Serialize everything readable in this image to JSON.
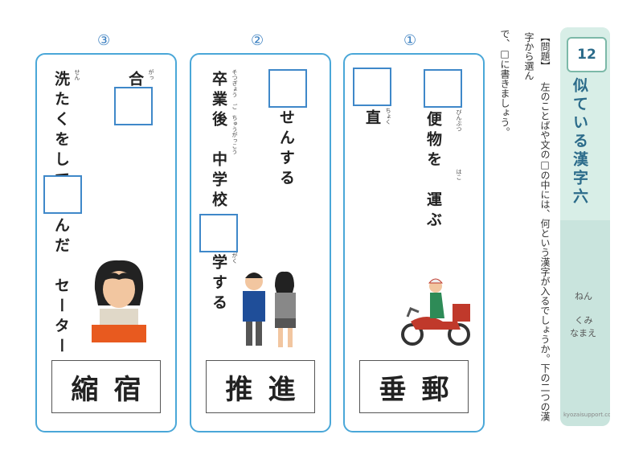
{
  "header": {
    "number": "12",
    "title": "似ている漢字六",
    "nen_label": "ねん",
    "kumi_label": "くみ",
    "namae_label": "なまえ",
    "site": "kyozaisupport.com"
  },
  "instructions": {
    "line1": "【問題】 左のことばや文の□の中には、何という漢字が入るでしょうか。下の二つの漢字から選ん",
    "line2": "で、□に書きましょう。"
  },
  "panels": [
    {
      "number": "①",
      "col_a": "便物を　運ぶ",
      "col_a_ruby": "びんぶつ",
      "col_a_ruby2": "はこ",
      "col_b": "直",
      "col_b_ruby": "ちょく",
      "choices": [
        "垂",
        "郵"
      ]
    },
    {
      "number": "②",
      "col_a": "せんする",
      "col_b": "卒業後　中学校へ",
      "col_b_ruby": "そつぎょう ご　ちゅうがっこう",
      "col_b2": "学する",
      "col_b2_ruby": "がく",
      "choices": [
        "推",
        "進"
      ]
    },
    {
      "number": "③",
      "col_a": "合",
      "col_a_ruby": "がっ",
      "col_b": "洗たくをして",
      "col_b_ruby": "せん",
      "col_b2": "んだ　セーター",
      "choices": [
        "縮",
        "宿"
      ]
    }
  ],
  "colors": {
    "panel_border": "#4aa7d8",
    "box_border": "#3f88c9",
    "header_bg": "#c9e4dd"
  },
  "icons": [
    "delivery-scooter-illustration",
    "students-illustration",
    "woman-sweater-illustration"
  ]
}
